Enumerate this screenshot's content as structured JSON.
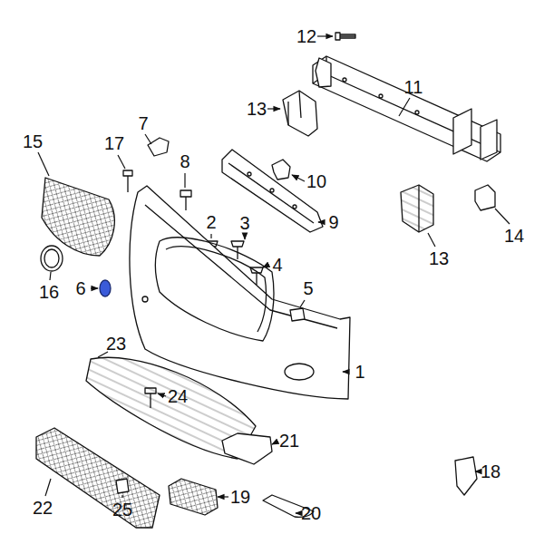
{
  "diagram": {
    "labels": [
      "12",
      "11",
      "13",
      "7",
      "15",
      "17",
      "8",
      "10",
      "2",
      "3",
      "9",
      "13",
      "14",
      "4",
      "6",
      "16",
      "5",
      "23",
      "1",
      "24",
      "21",
      "18",
      "22",
      "25",
      "19",
      "20"
    ]
  }
}
